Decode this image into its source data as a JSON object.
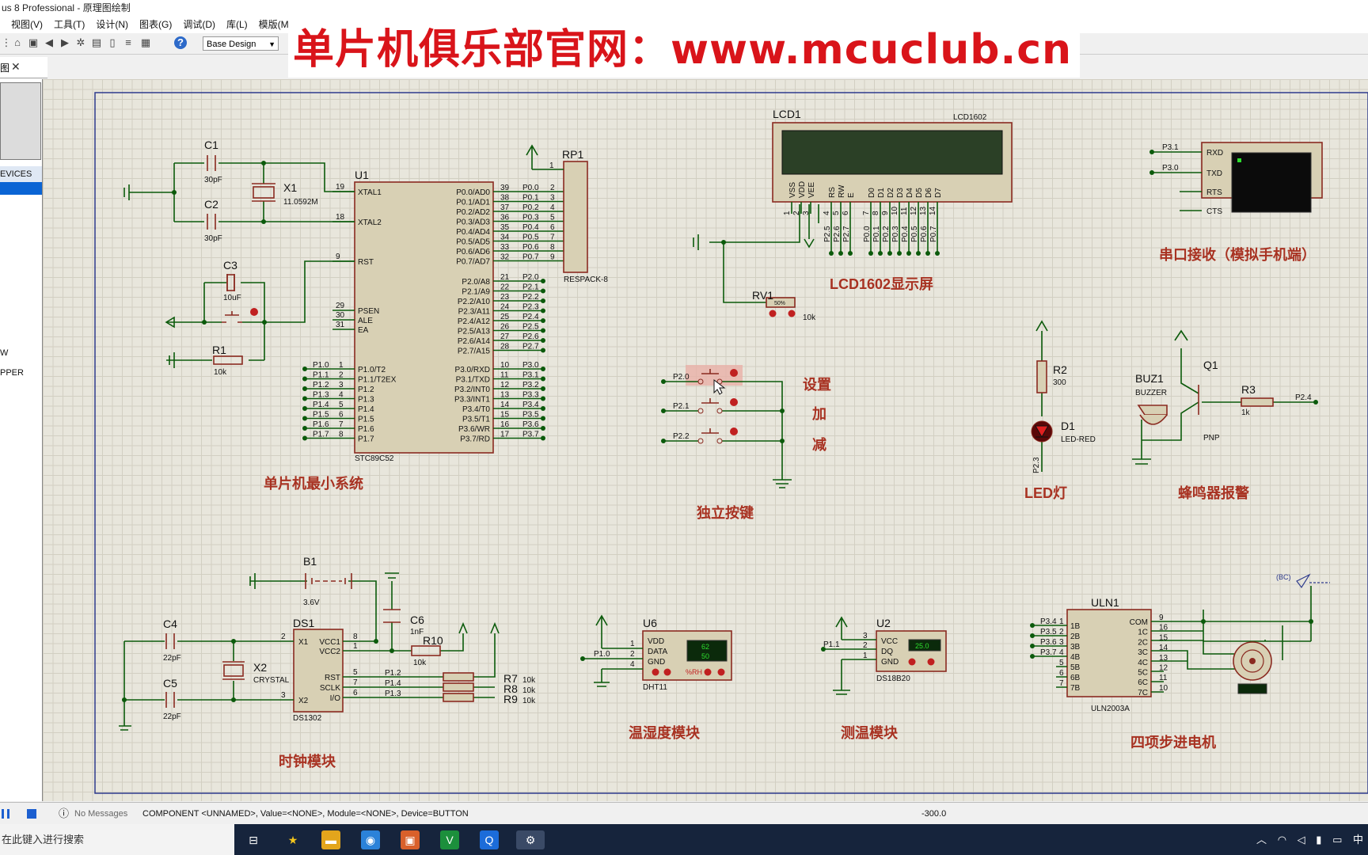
{
  "window": {
    "title": "us 8 Professional - 原理图绘制"
  },
  "menu": [
    "视图(V)",
    "工具(T)",
    "设计(N)",
    "图表(G)",
    "调试(D)",
    "库(L)",
    "模版(M"
  ],
  "toolbar": {
    "design_select": "Base Design"
  },
  "banner": {
    "text": "单片机俱乐部官网：www.mcuclub.cn"
  },
  "tab": {
    "label": "图"
  },
  "left_panel": {
    "devices_header": "EVICES",
    "items": [
      "W",
      "PPER"
    ]
  },
  "schematic": {
    "labels": {
      "mcu_min": "单片机最小系统",
      "lcd_title": "LCD1602显示屏",
      "serial": "串口接收（模拟手机端）",
      "buttons": "独立按键",
      "led": "LED灯",
      "buzzer": "蜂鸣器报警",
      "clock": "时钟模块",
      "dht": "温湿度模块",
      "ds18": "测温模块",
      "stepper": "四项步进电机",
      "set": "设置",
      "add": "加",
      "sub": "减"
    },
    "mcu": {
      "ref": "U1",
      "part": "STC89C52",
      "left_pins": [
        {
          "num": "19",
          "name": "XTAL1"
        },
        {
          "num": "18",
          "name": "XTAL2"
        },
        {
          "num": "9",
          "name": "RST"
        },
        {
          "num": "29",
          "name": "PSEN"
        },
        {
          "num": "30",
          "name": "ALE"
        },
        {
          "num": "31",
          "name": "EA"
        }
      ],
      "p1_pins": [
        {
          "num": "1",
          "name": "P1.0/T2",
          "net": "P1.0"
        },
        {
          "num": "2",
          "name": "P1.1/T2EX",
          "net": "P1.1"
        },
        {
          "num": "3",
          "name": "P1.2",
          "net": "P1.2"
        },
        {
          "num": "4",
          "name": "P1.3",
          "net": "P1.3"
        },
        {
          "num": "5",
          "name": "P1.4",
          "net": "P1.4"
        },
        {
          "num": "6",
          "name": "P1.5",
          "net": "P1.5"
        },
        {
          "num": "7",
          "name": "P1.6",
          "net": "P1.6"
        },
        {
          "num": "8",
          "name": "P1.7",
          "net": "P1.7"
        }
      ],
      "p0_pins": [
        {
          "num": "39",
          "name": "P0.0/AD0",
          "net": "P0.0",
          "rp": "2"
        },
        {
          "num": "38",
          "name": "P0.1/AD1",
          "net": "P0.1",
          "rp": "3"
        },
        {
          "num": "37",
          "name": "P0.2/AD2",
          "net": "P0.2",
          "rp": "4"
        },
        {
          "num": "36",
          "name": "P0.3/AD3",
          "net": "P0.3",
          "rp": "5"
        },
        {
          "num": "35",
          "name": "P0.4/AD4",
          "net": "P0.4",
          "rp": "6"
        },
        {
          "num": "34",
          "name": "P0.5/AD5",
          "net": "P0.5",
          "rp": "7"
        },
        {
          "num": "33",
          "name": "P0.6/AD6",
          "net": "P0.6",
          "rp": "8"
        },
        {
          "num": "32",
          "name": "P0.7/AD7",
          "net": "P0.7",
          "rp": "9"
        }
      ],
      "p2_pins": [
        {
          "num": "21",
          "name": "P2.0/A8",
          "net": "P2.0"
        },
        {
          "num": "22",
          "name": "P2.1/A9",
          "net": "P2.1"
        },
        {
          "num": "23",
          "name": "P2.2/A10",
          "net": "P2.2"
        },
        {
          "num": "24",
          "name": "P2.3/A11",
          "net": "P2.3"
        },
        {
          "num": "25",
          "name": "P2.4/A12",
          "net": "P2.4"
        },
        {
          "num": "26",
          "name": "P2.5/A13",
          "net": "P2.5"
        },
        {
          "num": "27",
          "name": "P2.6/A14",
          "net": "P2.6"
        },
        {
          "num": "28",
          "name": "P2.7/A15",
          "net": "P2.7"
        }
      ],
      "p3_pins": [
        {
          "num": "10",
          "name": "P3.0/RXD",
          "net": "P3.0"
        },
        {
          "num": "11",
          "name": "P3.1/TXD",
          "net": "P3.1"
        },
        {
          "num": "12",
          "name": "P3.2/INT0",
          "net": "P3.2"
        },
        {
          "num": "13",
          "name": "P3.3/INT1",
          "net": "P3.3"
        },
        {
          "num": "14",
          "name": "P3.4/T0",
          "net": "P3.4"
        },
        {
          "num": "15",
          "name": "P3.5/T1",
          "net": "P3.5"
        },
        {
          "num": "16",
          "name": "P3.6/WR",
          "net": "P3.6"
        },
        {
          "num": "17",
          "name": "P3.7/RD",
          "net": "P3.7"
        }
      ]
    },
    "parts": {
      "c1": "C1",
      "c1v": "30pF",
      "c2": "C2",
      "c2v": "30pF",
      "x1": "X1",
      "x1v": "11.0592M",
      "c3": "C3",
      "c3v": "10uF",
      "r1": "R1",
      "r1v": "10k",
      "rp1": "RP1",
      "rp1v": "RESPACK-8",
      "rp1pin": "1",
      "lcd1": "LCD1",
      "lcd1v": "LCD1602",
      "lcd_pins": [
        "VSS",
        "VDD",
        "VEE",
        "RS",
        "RW",
        "E",
        "D0",
        "D1",
        "D2",
        "D3",
        "D4",
        "D5",
        "D6",
        "D7"
      ],
      "lcd_nums": [
        "1",
        "2",
        "3",
        "4",
        "5",
        "6",
        "7",
        "8",
        "9",
        "10",
        "11",
        "12",
        "13",
        "14"
      ],
      "lcd_nets": [
        "P2.5",
        "P2.6",
        "P2.7",
        "P0.0",
        "P0.1",
        "P0.2",
        "P0.3",
        "P0.4",
        "P0.5",
        "P0.6",
        "P0.7"
      ],
      "rv1": "RV1",
      "rv1v": "10k",
      "rv1pct": "50%",
      "serial_nets": [
        "P3.1",
        "P3.0"
      ],
      "serial_pins": [
        "RXD",
        "TXD",
        "RTS",
        "CTS"
      ],
      "btn_nets": [
        "P2.0",
        "P2.1",
        "P2.2"
      ],
      "r2": "R2",
      "r2v": "300",
      "d1": "D1",
      "d1v": "LED-RED",
      "d1net": "P2.3",
      "buz1": "BUZ1",
      "buz1v": "BUZZER",
      "q1": "Q1",
      "q1v": "PNP",
      "r3": "R3",
      "r3v": "1k",
      "r3net": "P2.4",
      "b1": "B1",
      "b1v": "3.6V",
      "c4": "C4",
      "c4v": "22pF",
      "c5": "C5",
      "c5v": "22pF",
      "x2": "X2",
      "x2v": "CRYSTAL",
      "ds1": "DS1",
      "ds1v": "DS1302",
      "ds1_left": [
        "X1",
        "X2"
      ],
      "ds1_right": [
        "VCC1",
        "VCC2",
        "RST",
        "SCLK",
        "I/O"
      ],
      "ds1_nums_left": [
        "2",
        "3"
      ],
      "ds1_nums_right": [
        "8",
        "1",
        "5",
        "7",
        "6"
      ],
      "ds1_nets": [
        "P1.2",
        "P1.4",
        "P1.3"
      ],
      "c6": "C6",
      "c6v": "1nF",
      "r10": "R10",
      "r10v": "10k",
      "r789": [
        "R7",
        "R8",
        "R9"
      ],
      "r789v": "10k",
      "u6": "U6",
      "u6v": "DHT11",
      "u6pins": [
        "VDD",
        "DATA",
        "GND"
      ],
      "u6nums": [
        "1",
        "2",
        "4"
      ],
      "u6net": "P1.0",
      "u6disp": [
        "62",
        "50"
      ],
      "u6unit": "%RH",
      "u2": "U2",
      "u2v": "DS18B20",
      "u2pins": [
        "VCC",
        "DQ",
        "GND"
      ],
      "u2nums": [
        "3",
        "2",
        "1"
      ],
      "u2net": "P1.1",
      "u2disp": "25.0",
      "uln1": "ULN1",
      "uln1v": "ULN2003A",
      "uln_in": [
        "1B",
        "2B",
        "3B",
        "4B",
        "5B",
        "6B",
        "7B"
      ],
      "uln_out": [
        "COM",
        "1C",
        "2C",
        "3C",
        "4C",
        "5C",
        "6C",
        "7C"
      ],
      "uln_in_nums": [
        "1",
        "2",
        "3",
        "4",
        "5",
        "6",
        "7"
      ],
      "uln_out_nums": [
        "9",
        "16",
        "15",
        "14",
        "13",
        "12",
        "11",
        "10"
      ],
      "uln_nets": [
        "P3.4",
        "P3.5",
        "P3.6",
        "P3.7"
      ],
      "bc": "(BC)"
    }
  },
  "status": {
    "messages": "No Messages",
    "component": "COMPONENT <UNNAMED>, Value=<NONE>, Module=<NONE>, Device=BUTTON",
    "coord": "-300.0"
  },
  "taskbar": {
    "search": "在此键入进行搜索",
    "lang": "中"
  }
}
